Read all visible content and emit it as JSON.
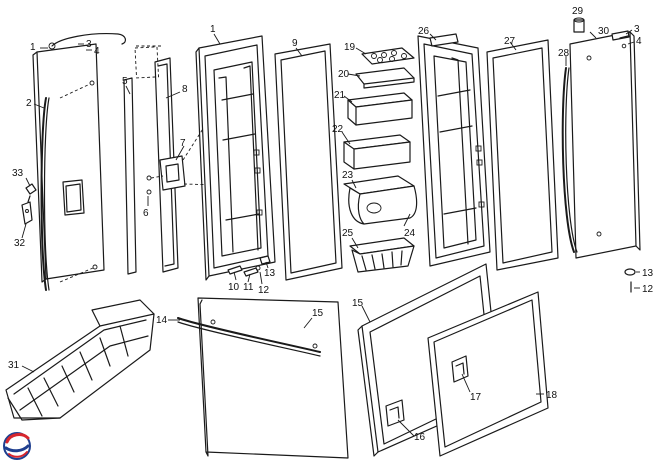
{
  "callouts": {
    "n1a": "1",
    "n1b": "1",
    "n2": "2",
    "n3a": "3",
    "n3b": "3",
    "n4a": "4",
    "n4b": "4",
    "n5": "5",
    "n6": "6",
    "n7": "7",
    "n8": "8",
    "n9": "9",
    "n10": "10",
    "n11": "11",
    "n12a": "12",
    "n12b": "12",
    "n13a": "13",
    "n13b": "13",
    "n14": "14",
    "n15a": "15",
    "n15b": "15",
    "n16": "16",
    "n17": "17",
    "n18": "18",
    "n19": "19",
    "n20": "20",
    "n21": "21",
    "n22": "22",
    "n23": "23",
    "n24": "24",
    "n25": "25",
    "n26": "26",
    "n27": "27",
    "n28": "28",
    "n29": "29",
    "n30": "30",
    "n31": "31",
    "n32": "32",
    "n33": "33"
  },
  "colors": {
    "line": "#1a1a1a",
    "logo_red": "#d7262e",
    "logo_blue": "#1f3f8f"
  }
}
